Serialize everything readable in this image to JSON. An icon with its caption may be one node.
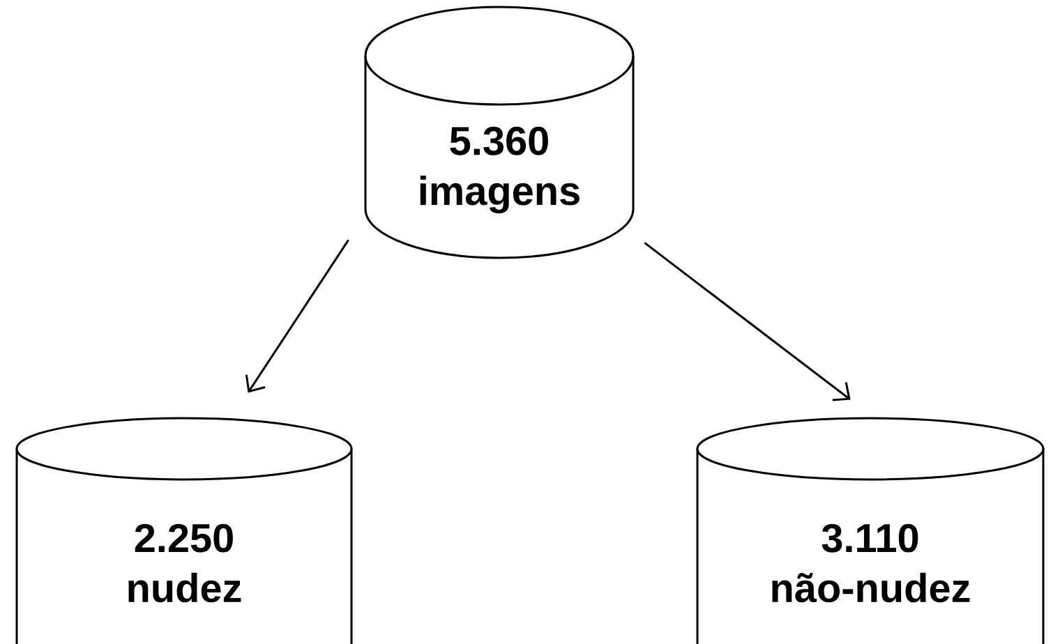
{
  "diagram": {
    "nodes": [
      {
        "text": [
          "5.360 imagens"
        ]
      },
      {
        "text": [
          "2.250 nudez"
        ]
      },
      {
        "text": [
          "3.110 não-nudez"
        ]
      }
    ],
    "edges": [
      {
        "from": 0,
        "to": 1,
        "arrow": "to"
      },
      {
        "from": 0,
        "to": 2,
        "arrow": "to"
      }
    ]
  }
}
